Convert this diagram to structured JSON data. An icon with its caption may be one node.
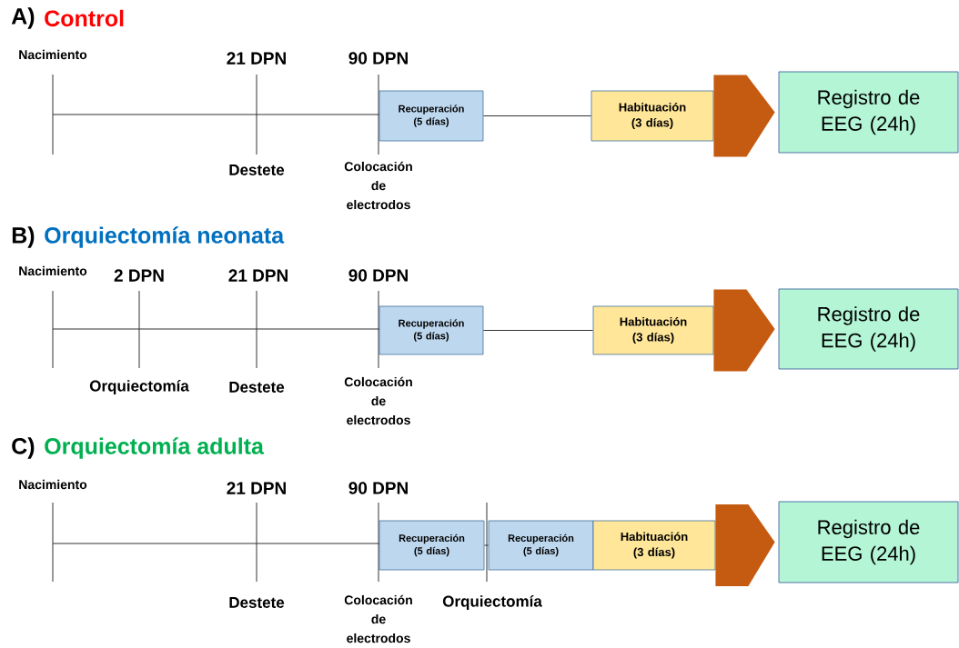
{
  "diagram": {
    "nodes": [
      {
        "text": [
          "Recuperación (5 días)"
        ]
      },
      {
        "text": [
          "Habituación (3 días)"
        ]
      },
      {
        "text": [
          "Registro de EEG (24h)"
        ]
      },
      {
        "text": [
          "Recuperación (5 días)"
        ]
      },
      {
        "text": [
          "Habituación (3 días)"
        ]
      },
      {
        "text": [
          "Registro de EEG (24h)"
        ]
      },
      {
        "text": [
          "Recuperación (5 días)"
        ]
      },
      {
        "text": [
          "Recuperación (5 días)"
        ]
      },
      {
        "text": [
          "Habituación (3 días)"
        ]
      },
      {
        "text": [
          "Registro de EEG (24h)"
        ]
      }
    ],
    "edges": [
      {
        "from": 0,
        "to": 1,
        "arrow": "none"
      },
      {
        "from": 1,
        "to": 2,
        "arrow": "to",
        "style": "thick",
        "color": "#c55a11"
      },
      {
        "from": 3,
        "to": 4,
        "arrow": "none"
      },
      {
        "from": 4,
        "to": 5,
        "arrow": "to",
        "style": "thick",
        "color": "#c55a11"
      },
      {
        "from": 6,
        "to": 7,
        "arrow": "none"
      },
      {
        "from": 8,
        "to": 9,
        "arrow": "to",
        "style": "thick",
        "color": "#c55a11"
      }
    ],
    "labels": [
      "A)",
      "Control",
      "Nacimiento",
      "21 DPN",
      "90 DPN",
      "Destete",
      "Colocación de electrodos",
      "B)",
      "Orquiectomía neonata",
      "Nacimiento",
      "2 DPN",
      "21 DPN",
      "90 DPN",
      "Orquiectomía",
      "Destete",
      "Colocación de electrodos",
      "C)",
      "Orquiectomía adulta",
      "Nacimiento",
      "21 DPN",
      "90 DPN",
      "Destete",
      "Colocación de electrodos",
      "Orquiectomía"
    ]
  }
}
